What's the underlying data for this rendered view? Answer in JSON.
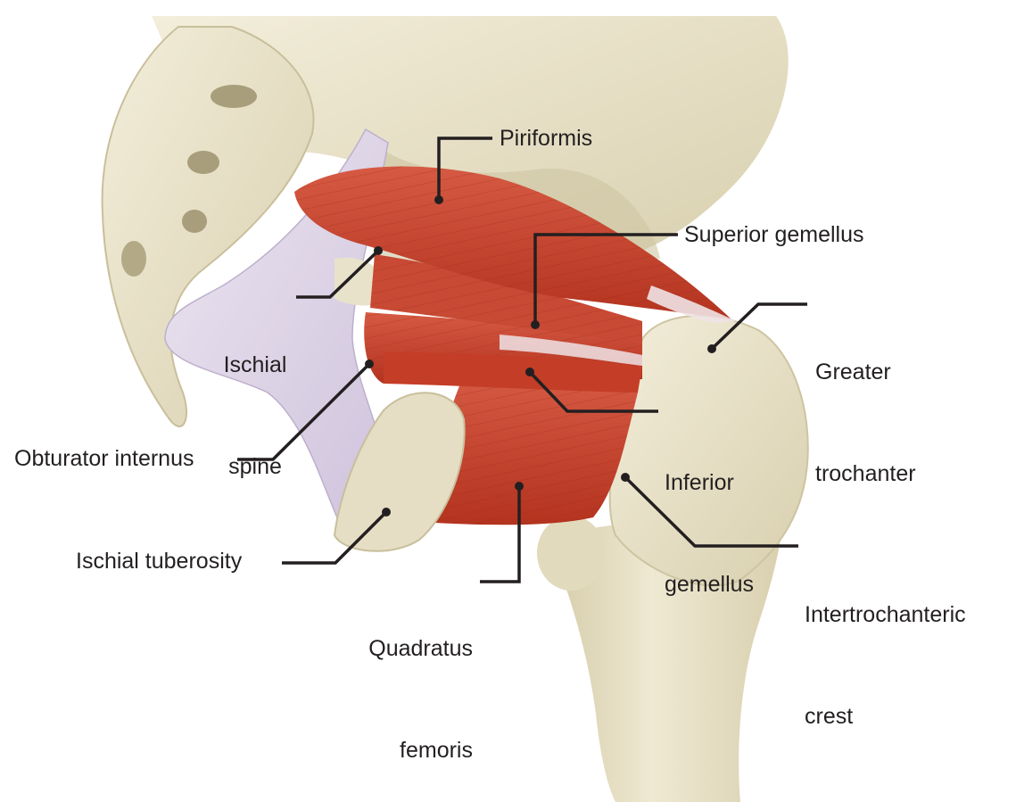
{
  "colors": {
    "bone_light": "#ede7cf",
    "bone_mid": "#dcd4b4",
    "bone_shadow": "#bfb692",
    "ligament": "#e4dcec",
    "ligament_shadow": "#c9bdd6",
    "muscle": "#c8412b",
    "muscle_dark": "#9e2a1a",
    "muscle_light": "#e0796a",
    "tendon": "#efe3e6",
    "leader": "#231f20",
    "label_text": "#231f20"
  },
  "labels": {
    "piriformis": "Piriformis",
    "superior_gemellus": "Superior gemellus",
    "greater_trochanter_1": "Greater",
    "greater_trochanter_2": "trochanter",
    "ischial_spine_1": "Ischial",
    "ischial_spine_2": "spine",
    "inferior_gemellus_1": "Inferior",
    "inferior_gemellus_2": "gemellus",
    "obturator_internus": "Obturator internus",
    "intertrochanteric_crest_1": "Intertrochanteric",
    "intertrochanteric_crest_2": "crest",
    "ischial_tuberosity": "Ischial tuberosity",
    "quadratus_femoris_1": "Quadratus",
    "quadratus_femoris_2": "femoris"
  }
}
